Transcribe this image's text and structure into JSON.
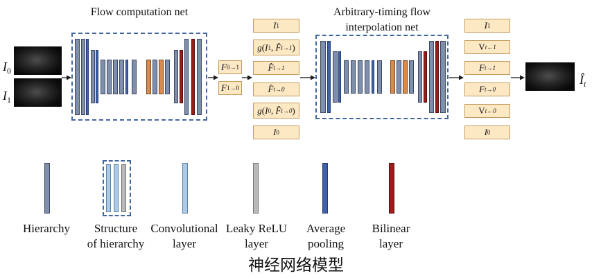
{
  "titles": {
    "flow_net": "Flow computation net",
    "interp_net": [
      "Arbitrary-timing flow",
      "interpolation net"
    ]
  },
  "inputs": {
    "i0": [
      "I",
      "0"
    ],
    "i1": [
      "I",
      "1"
    ]
  },
  "flow_outputs": [
    [
      "F",
      "0→1"
    ],
    [
      "F",
      "1→0"
    ]
  ],
  "interp_inputs": [
    [
      "I",
      "1"
    ],
    [
      "g",
      "(",
      "I",
      "1",
      ", ",
      "F̂",
      "t→1",
      ")"
    ],
    [
      "F̂",
      "t→1"
    ],
    [
      "F̂",
      "t→0"
    ],
    [
      "g",
      "(",
      "I",
      "0",
      ", ",
      "F̂",
      "t→0",
      ")"
    ],
    [
      "I",
      "0"
    ]
  ],
  "interp_outputs": [
    [
      "I",
      "1"
    ],
    [
      "V",
      "t←1"
    ],
    [
      "F",
      "t→1"
    ],
    [
      "F",
      "t→0"
    ],
    [
      "V",
      "t←0"
    ],
    [
      "I",
      "0"
    ]
  ],
  "output": [
    "Î",
    "t"
  ],
  "legend": [
    {
      "lines": [
        "Hierarchy"
      ]
    },
    {
      "lines": [
        "Structure",
        "of hierarchy"
      ]
    },
    {
      "lines": [
        "Convolutional",
        "layer"
      ]
    },
    {
      "lines": [
        "Leaky ReLU",
        "layer"
      ]
    },
    {
      "lines": [
        "Average",
        "pooling"
      ]
    },
    {
      "lines": [
        "Bilinear",
        "layer"
      ]
    }
  ],
  "caption": "神经网络模型",
  "colors": {
    "hierarchy": "#7e8eab",
    "convolutional": "#a9cbe8",
    "leaky_relu": "#b9b9b9",
    "average_pooling": "#3f61a8",
    "bilinear": "#9c1b1b",
    "orange_layer": "#d98b4e",
    "frame": "#41669f",
    "box_fill": "#fde8c4",
    "box_border": "#c39b5e"
  }
}
